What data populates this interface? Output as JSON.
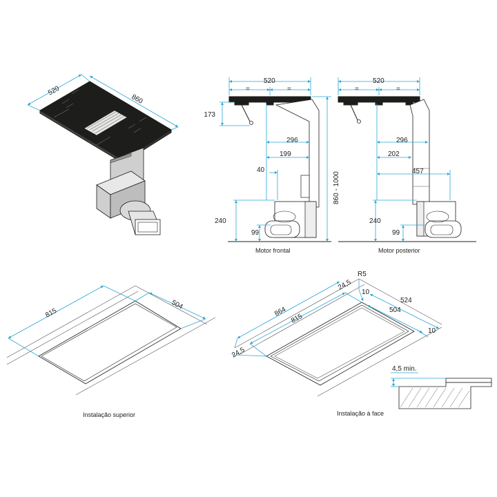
{
  "iso": {
    "w": "520",
    "d": "860"
  },
  "front": {
    "width": "520",
    "eq1": "=",
    "eq2": "=",
    "h173": "173",
    "d296": "296",
    "d199": "199",
    "d40": "40",
    "hrange": "860 - 1000",
    "h240": "240",
    "h99": "99",
    "caption": "Motor frontal"
  },
  "rear": {
    "width": "520",
    "eq1": "=",
    "eq2": "=",
    "d296": "296",
    "d202": "202",
    "d457": "457",
    "h240": "240",
    "h99": "99",
    "caption": "Motor posterior"
  },
  "top_install": {
    "l": "815",
    "w": "504",
    "caption": "Instalação superior"
  },
  "flush_install": {
    "r": "R5",
    "d245a": "24,5",
    "d10a": "10",
    "l864": "864",
    "l815": "815",
    "w524": "524",
    "w504": "504",
    "d10b": "10",
    "d245b": "24,5",
    "min": "4,5 min.",
    "caption": "Instalação à face"
  }
}
